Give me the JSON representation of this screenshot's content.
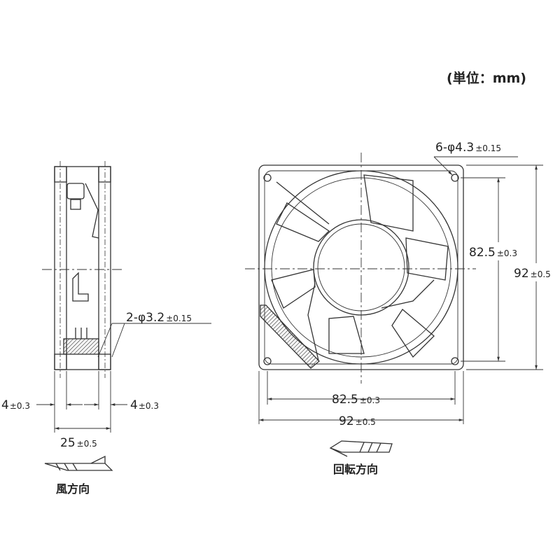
{
  "unit_label": "(単位：mm)",
  "side_view": {
    "hole_spec_main": "2-φ3.2",
    "hole_spec_tol": "±0.15",
    "left_offset_main": "4",
    "left_offset_tol": "±0.3",
    "right_offset_main": "4",
    "right_offset_tol": "±0.3",
    "depth_main": "25",
    "depth_tol": "±0.5",
    "airflow_label": "風方向"
  },
  "front_view": {
    "hole_spec_main": "6-φ4.3",
    "hole_spec_tol": "±0.15",
    "pitch_h_main": "82.5",
    "pitch_h_tol": "±0.3",
    "width_main": "92",
    "width_tol": "±0.5",
    "pitch_v_main": "82.5",
    "pitch_v_tol": "±0.3",
    "height_main": "92",
    "height_tol": "±0.5",
    "rotation_label": "回転方向"
  },
  "colors": {
    "line": "#333333",
    "hatch": "#555555"
  }
}
